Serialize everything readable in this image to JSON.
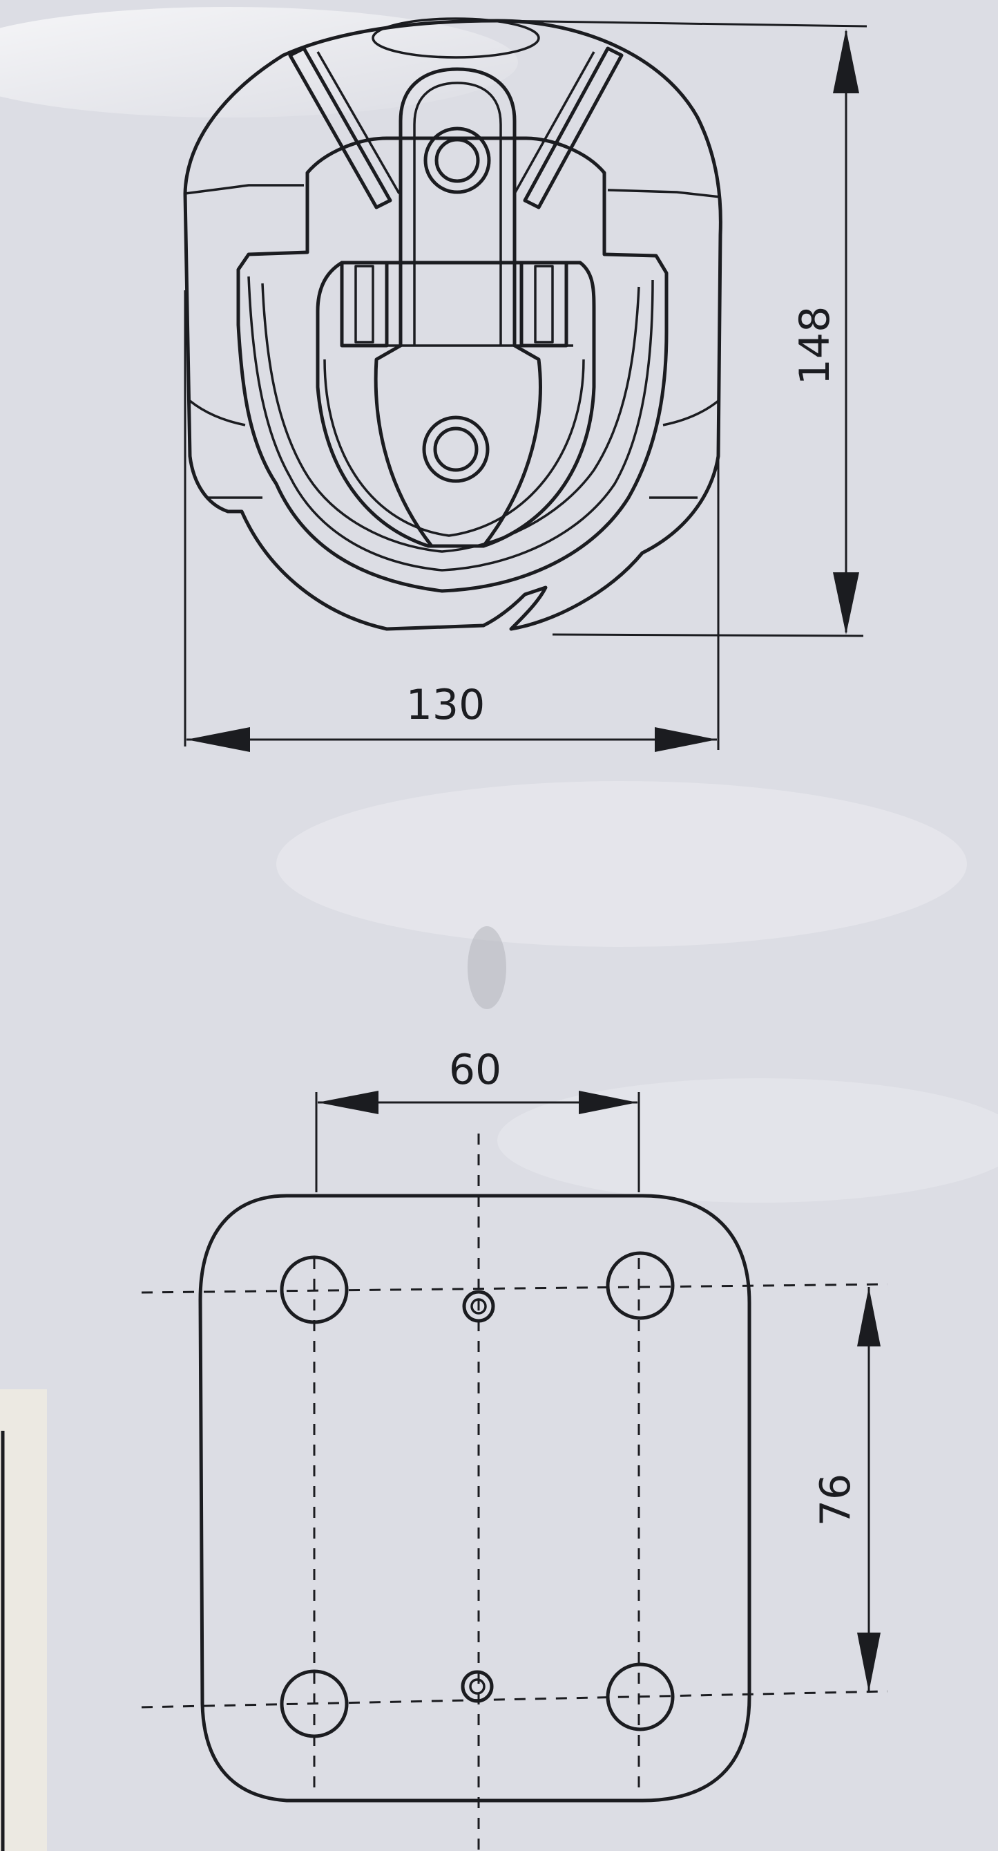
{
  "dimensions": {
    "overall_width": "130",
    "overall_height": "148",
    "hole_spacing_horizontal": "60",
    "hole_spacing_vertical": "76"
  },
  "colors": {
    "background": "#dcdde4",
    "line": "#1b1c20"
  }
}
